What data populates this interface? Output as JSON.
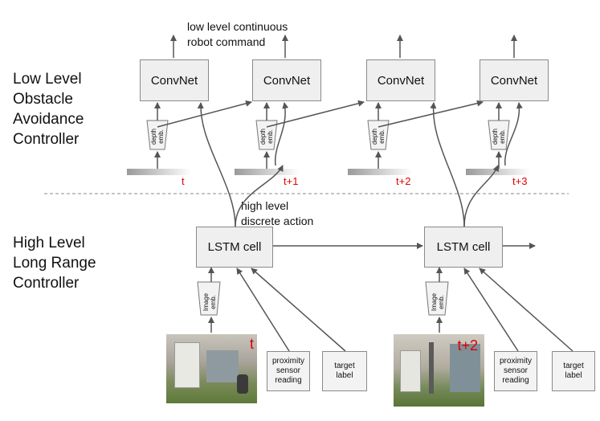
{
  "labels": {
    "low_level": [
      "Low Level",
      "Obstacle",
      "Avoidance",
      "Controller"
    ],
    "high_level": [
      "High Level",
      "Long Range",
      "Controller"
    ]
  },
  "top_note": [
    "low  level continuous",
    "robot command"
  ],
  "mid_note": [
    "high level",
    "discrete action"
  ],
  "convnet_label": "ConvNet",
  "lstm_label": "LSTM cell",
  "depth_emb": [
    "depth",
    "emb."
  ],
  "image_emb": [
    "Image",
    "emb."
  ],
  "proximity": [
    "proximity",
    "sensor",
    "reading"
  ],
  "target": [
    "target",
    "label"
  ],
  "time_steps": [
    "t",
    "t+1",
    "t+2",
    "t+3"
  ],
  "image_steps": [
    "t",
    "t+2"
  ],
  "colors": {
    "time_label": "#e00000",
    "box_fill": "#efefef",
    "arrow": "#555555"
  }
}
